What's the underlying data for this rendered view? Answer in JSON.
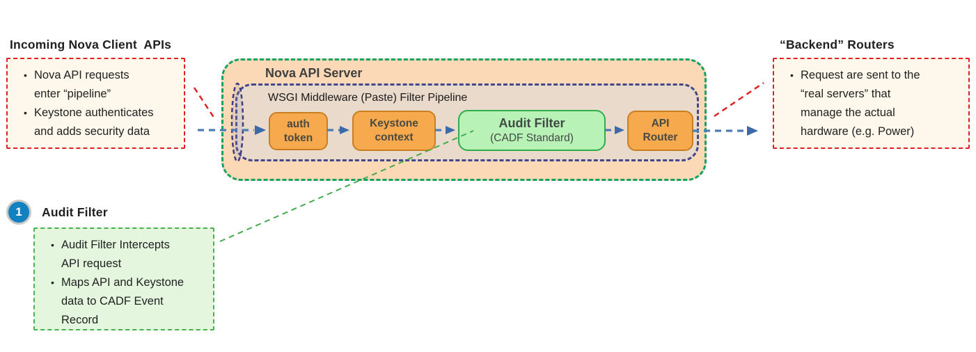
{
  "incoming_note": {
    "title": "Incoming Nova Client  APIs",
    "bullets": [
      "Nova API requests\nenter “pipeline”",
      "Keystone authenticates\nand adds security data"
    ]
  },
  "backend_note": {
    "title": "“Backend” Routers",
    "bullets": [
      "Request are sent to the\n“real servers” that\nmanage the actual\nhardware (e.g. Power)"
    ]
  },
  "audit_note": {
    "badge": "1",
    "title": "Audit Filter",
    "bullets": [
      "Audit Filter Intercepts\nAPI request",
      "Maps API and Keystone\ndata to CADF Event\nRecord"
    ]
  },
  "server": {
    "label": "Nova API Server",
    "wsgi_label": "WSGI Middleware (Paste) Filter Pipeline",
    "stages": {
      "auth_token": "auth\ntoken",
      "keystone_context": "Keystone\ncontext",
      "audit_filter_title": "Audit Filter",
      "audit_filter_subtitle": "(CADF Standard)",
      "api_router": "API\nRouter"
    }
  },
  "colors": {
    "server_border_green": "#12A263",
    "server_fill_peach": "#FBD9B6",
    "wsgi_border_navy": "#45458A",
    "wsgi_fill_tan": "#E9DACB",
    "stage_orange_fill": "#F7A94E",
    "stage_orange_border": "#C97F20",
    "audit_green_fill": "#B9F2B7",
    "audit_green_border": "#2EAE4B",
    "note_cream_fill": "#FDF8EB",
    "note_red_border": "#E02020",
    "note_green_fill": "#E4F6DE",
    "note_green_border": "#46B24E",
    "flow_arrow_blue": "#4B7CB8",
    "badge_blue": "#1181BF"
  }
}
